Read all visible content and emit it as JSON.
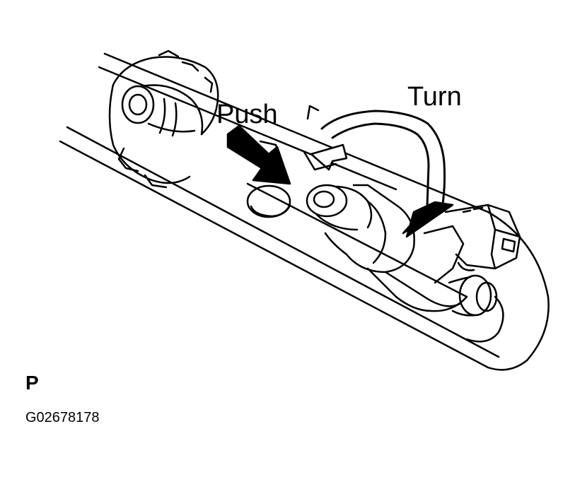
{
  "labels": {
    "push": "Push",
    "turn": "Turn",
    "view": "P"
  },
  "figure_id": "G02678178",
  "colors": {
    "line": "#000000",
    "background": "#ffffff"
  }
}
